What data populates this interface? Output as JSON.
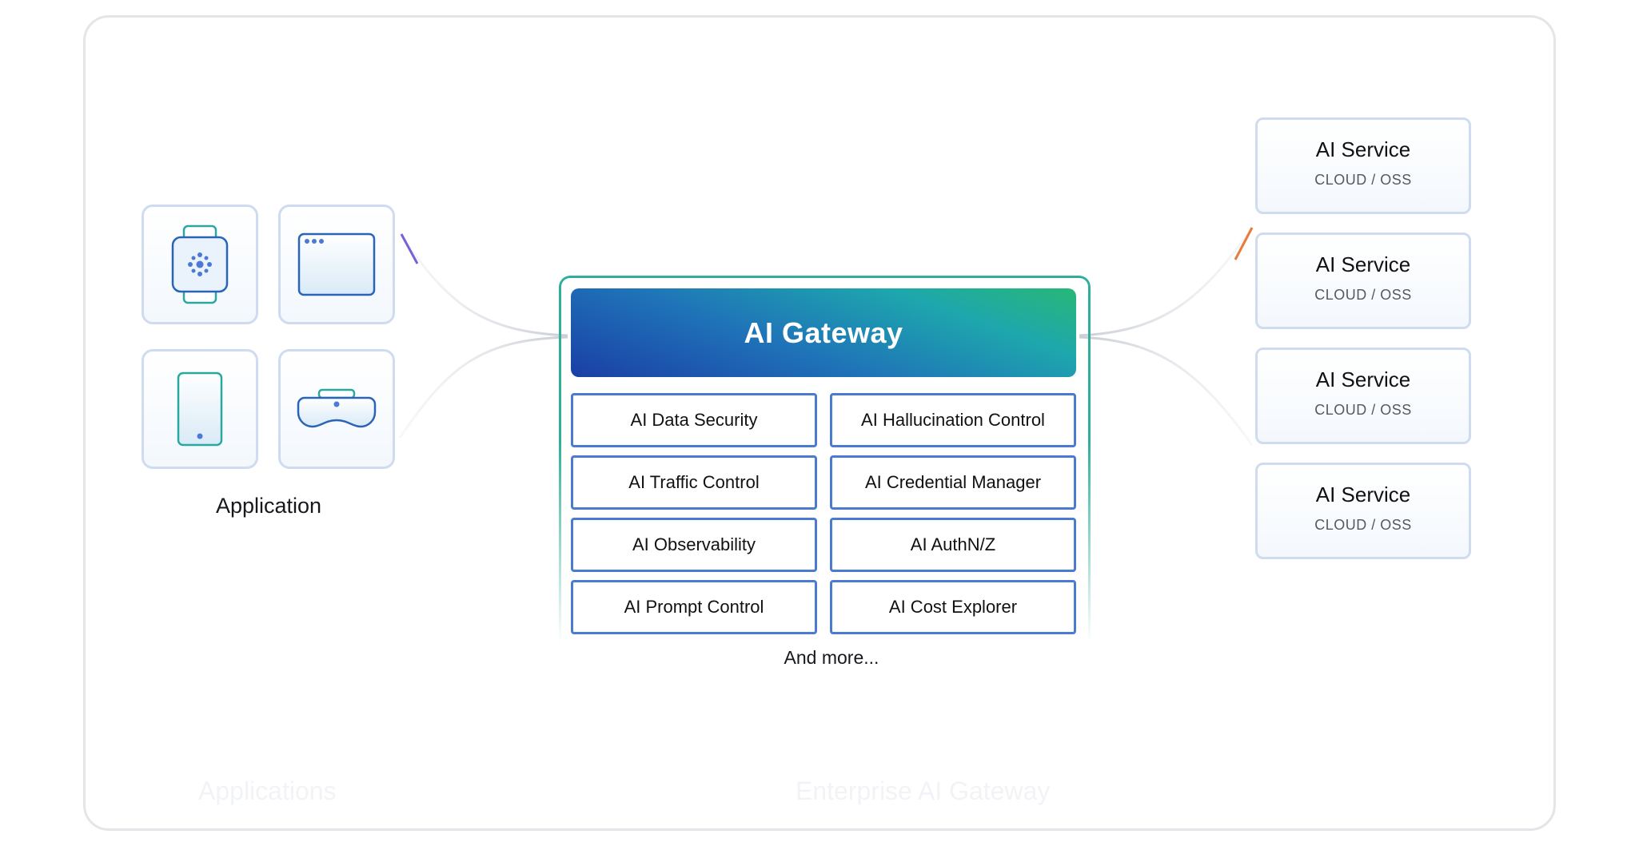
{
  "application": {
    "label": "Application"
  },
  "gateway": {
    "title": "AI Gateway",
    "features": [
      "AI Data Security",
      "AI Hallucination Control",
      "AI Traffic Control",
      "AI Credential Manager",
      "AI Observability",
      "AI AuthN/Z",
      "AI Prompt Control",
      "AI Cost Explorer"
    ],
    "more": "And more..."
  },
  "services": [
    {
      "title": "AI Service",
      "subtitle": "CLOUD / OSS"
    },
    {
      "title": "AI Service",
      "subtitle": "CLOUD / OSS"
    },
    {
      "title": "AI Service",
      "subtitle": "CLOUD / OSS"
    },
    {
      "title": "AI Service",
      "subtitle": "CLOUD / OSS"
    }
  ],
  "ghost_text": {
    "left": "Applications",
    "center": "Enterprise AI Gateway"
  },
  "colors": {
    "gateway_gradient": [
      "#1a3fa6",
      "#1ea7ad",
      "#27b776"
    ],
    "feature_border": "#4b7bd0",
    "tile_border": "#cfdcef",
    "outline": "#2fae9c"
  },
  "icons": [
    "smartwatch-icon",
    "browser-window-icon",
    "smartphone-icon",
    "vr-headset-icon"
  ]
}
